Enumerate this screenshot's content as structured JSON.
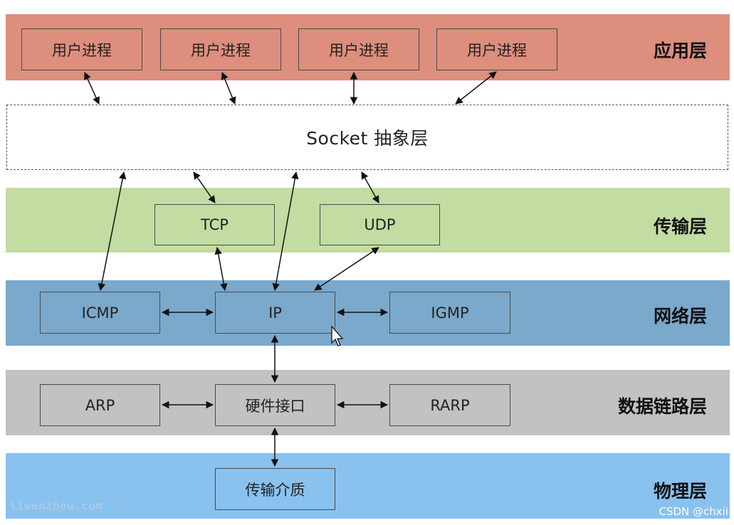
{
  "colors": {
    "application": "#dd8e7d",
    "transport": "#c3dca2",
    "network": "#7aa9cc",
    "datalink": "#c2c2c2",
    "physical": "#89c1ef"
  },
  "layers": {
    "application": "应用层",
    "transport": "传输层",
    "network": "网络层",
    "datalink": "数据链路层",
    "physical": "物理层"
  },
  "socket_layer": "Socket 抽象层",
  "application": {
    "processes": [
      "用户进程",
      "用户进程",
      "用户进程",
      "用户进程"
    ]
  },
  "transport": {
    "tcp": "TCP",
    "udp": "UDP"
  },
  "network": {
    "icmp": "ICMP",
    "ip": "IP",
    "igmp": "IGMP"
  },
  "datalink": {
    "arp": "ARP",
    "hw_interface": "硬件接口",
    "rarp": "RARP"
  },
  "physical": {
    "medium": "传输介质"
  },
  "watermarks": {
    "left": "liwenzhou.com",
    "right": "CSDN @chxii"
  }
}
